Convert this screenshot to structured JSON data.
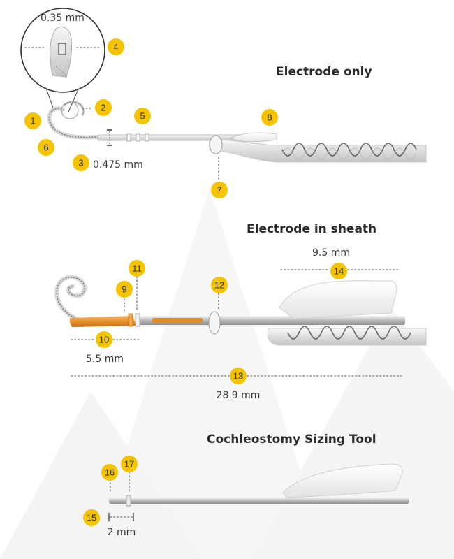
{
  "titles": {
    "electrode_only": "Electrode only",
    "electrode_in_sheath": "Electrode in sheath",
    "sizing_tool": "Cochleostomy Sizing Tool"
  },
  "measurements": {
    "tip_width": "0.35 mm",
    "electrode_width": "0.475 mm",
    "orange_length": "5.5 mm",
    "grip_length": "9.5 mm",
    "sheath_length": "28.9 mm",
    "tool_tip": "2 mm"
  },
  "callouts": [
    "1",
    "2",
    "3",
    "4",
    "5",
    "6",
    "7",
    "8",
    "9",
    "10",
    "11",
    "12",
    "13",
    "14",
    "15",
    "16",
    "17"
  ],
  "colors": {
    "badge": "#f5c400",
    "sheath_orange": "#e8912e",
    "background": "#ffffff"
  }
}
